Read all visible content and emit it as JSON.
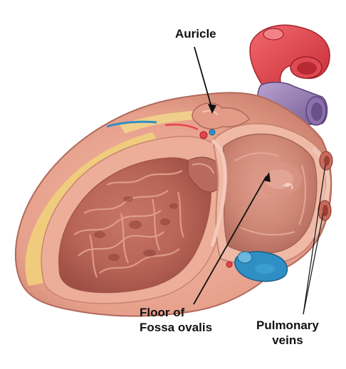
{
  "labels": {
    "auricle": "Auricle",
    "fossa_line1": "Floor of",
    "fossa_line2": "Fossa ovalis",
    "pulmonary_line1": "Pulmonary",
    "pulmonary_line2": "veins"
  },
  "colors": {
    "myocardium": "#e9a58f",
    "chamber_wall": "#d67f6e",
    "atrium_interior": "#c97b6a",
    "aorta": "#e8424a",
    "vena_cava": "#8b6fa8",
    "coronary_blue": "#2f8fc4",
    "fat": "#f1d27a",
    "pointer": "#111111"
  }
}
